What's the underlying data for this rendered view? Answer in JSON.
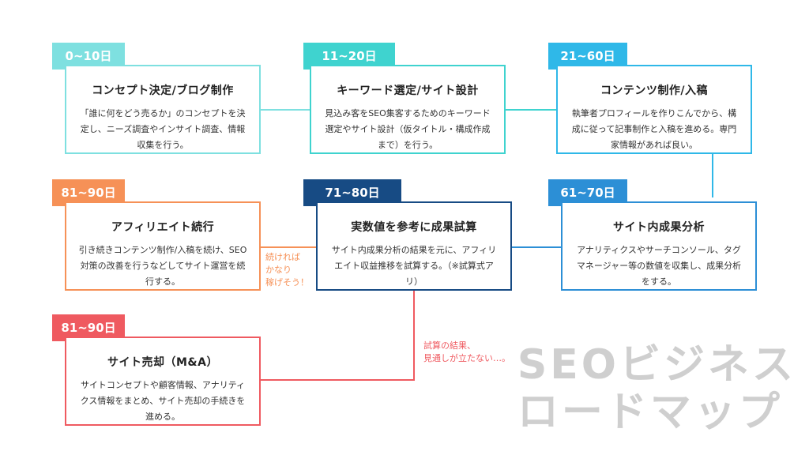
{
  "steps": [
    {
      "range": "0~10日",
      "title": "コンセプト決定/ブログ制作",
      "description": "「誰に何をどう売るか」のコンセプトを決定し、ニーズ調査やインサイト調査、情報収集を行う。",
      "color": "#7ee0e0"
    },
    {
      "range": "11~20日",
      "title": "キーワード選定/サイト設計",
      "description": "見込み客をSEO集客するためのキーワード選定やサイト設計（仮タイトル・構成作成まで）を行う。",
      "color": "#3fd3cf"
    },
    {
      "range": "21~60日",
      "title": "コンテンツ制作/入稿",
      "description": "執筆者プロフィールを作りこんでから、構成に従って記事制作と入稿を進める。専門家情報があれば良い。",
      "color": "#2fb8e8"
    },
    {
      "range": "61~70日",
      "title": "サイト内成果分析",
      "description": "アナリティクスやサーチコンソール、タグマネージャー等の数値を収集し、成果分析をする。",
      "color": "#2c8fd6"
    },
    {
      "range": "71~80日",
      "title": "実数値を参考に成果試算",
      "description": "サイト内成果分析の結果を元に、アフィリエイト収益推移を試算する。（※試算式アリ）",
      "color": "#174b84"
    },
    {
      "range": "81~90日",
      "title": "アフィリエイト続行",
      "description": "引き続きコンテンツ制作/入稿を続け、SEO対策の改善を行うなどしてサイト運営を続行する。",
      "color": "#f69157"
    },
    {
      "range": "81~90日",
      "title": "サイト売却（M&A）",
      "description": "サイトコンセプトや顧客情報、アナリティクス情報をまとめ、サイト売却の手続きを進める。",
      "color": "#ef5a60"
    }
  ],
  "notes": {
    "continue": [
      "続ければ",
      "かなり",
      "稼げそう！"
    ],
    "sell": [
      "試算の結果、",
      "見通しが立たない…。"
    ],
    "continue_color": "#f69157",
    "sell_color": "#ef5a60"
  },
  "watermark": {
    "line1": "SEOビジネス",
    "line2": "ロードマップ"
  }
}
